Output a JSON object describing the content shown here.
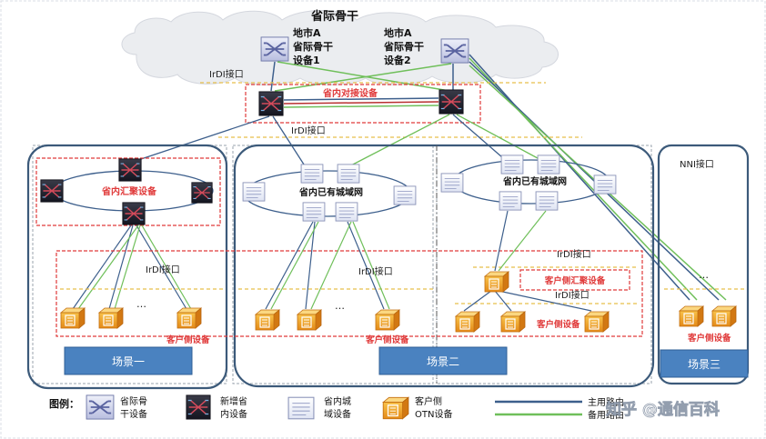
{
  "cloud_title": "省际骨干",
  "device_a1": [
    "地市A",
    "省际骨干",
    "设备1"
  ],
  "device_a2": [
    "地市A",
    "省际骨干",
    "设备2"
  ],
  "irdi_top": "IrDI接口",
  "interconnect_label": "省内对接设备",
  "irdi_mid": "IrDI接口",
  "nni_label": "NNI接口",
  "aggregation_label": "省内汇聚设备",
  "metro_net_1": "省内已有城域网",
  "metro_net_2": "省内已有城域网",
  "irdi_s1": "IrDI接口",
  "irdi_s2a": "IrDI接口",
  "irdi_s3a": "IrDI接口",
  "irdi_s3b": "IrDI接口",
  "client_agg_label": "客户侧汇聚设备",
  "client_label_1": "客户侧设备",
  "client_label_2": "客户侧设备",
  "client_label_3": "客户侧设备",
  "client_label_4": "客户侧设备",
  "ellipsis": "…",
  "scenes": [
    "场景一",
    "场景二",
    "场景三"
  ],
  "legend": {
    "title": "图例：",
    "backbone": [
      "省际骨",
      "干设备"
    ],
    "new_device": [
      "新增省",
      "内设备"
    ],
    "metro_device": [
      "省内城",
      "域设备"
    ],
    "client_otn": [
      "客户侧",
      "OTN设备"
    ],
    "primary_route": "主用路由",
    "backup_route": "备用路由"
  },
  "watermark": "知乎 @通信百科",
  "colors": {
    "primary_line": "#3d5f8c",
    "backup_line": "#6fbf5a",
    "red_dash": "#e03a3a",
    "scene_box": "#4a82c0",
    "frame": "#3c5a7a"
  }
}
